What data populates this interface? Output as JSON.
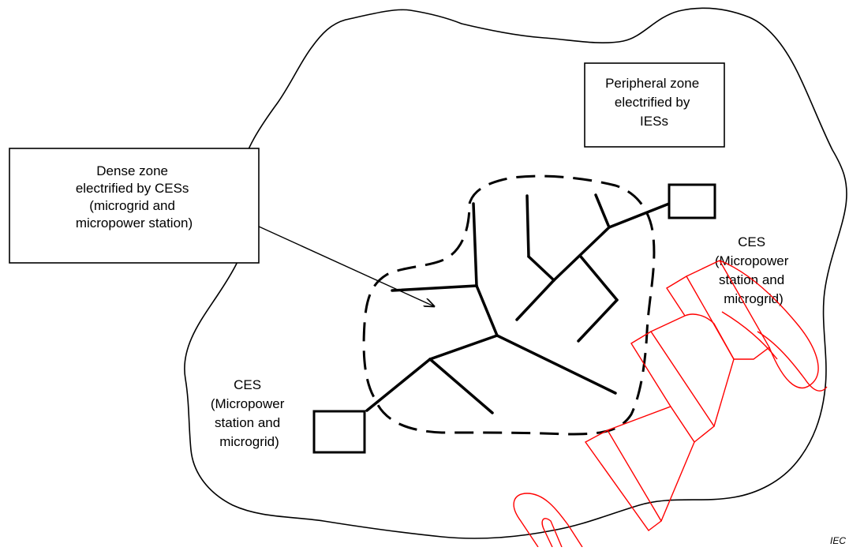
{
  "dense_zone_label": [
    "Dense zone",
    "electrified by CESs",
    "(microgrid and",
    "micropower station)"
  ],
  "peripheral_zone_label": [
    "Peripheral zone",
    "electrified by",
    "IESs"
  ],
  "ces_right_label": [
    "CES",
    "(Micropower",
    "station and",
    "microgrid)"
  ],
  "ces_left_label": [
    "CES",
    "(Micropower",
    "station and",
    "microgrid)"
  ],
  "figure_source": "IEC",
  "colors": {
    "line": "#000000",
    "watermark": "#ff0000",
    "background": "#ffffff"
  }
}
